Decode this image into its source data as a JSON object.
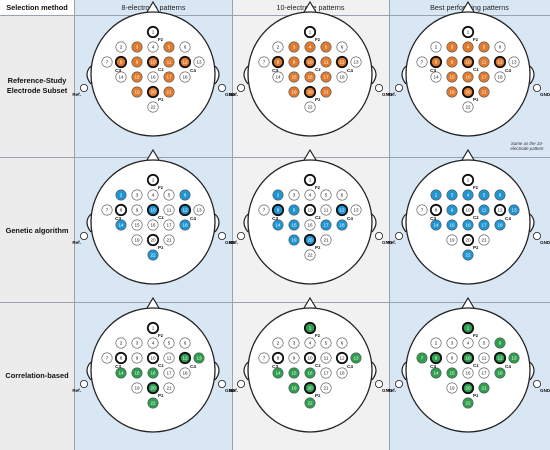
{
  "headers": {
    "method": "Selection method",
    "col1": "8-electrode patterns",
    "col2": "10-electrode patterns",
    "col3": "Best performing patterns"
  },
  "rows": [
    {
      "label": "Reference-Study Electrode Subset"
    },
    {
      "label": "Genetic algorithm"
    },
    {
      "label": "Correlation-based"
    }
  ],
  "note": "Same as the 10-electrode pattern",
  "labels": {
    "fz": "Fz",
    "cz": "Cz",
    "pz": "Pz",
    "c3": "C3",
    "c4": "C4",
    "ref": "Ref.",
    "gnd": "GND"
  },
  "colors": {
    "orange": "#e07b2e",
    "blue": "#1f95d4",
    "green": "#2e9e4e",
    "col_blue_bg": "#d9e6f4",
    "col_gray_bg": "#f1f1f1",
    "method_bg": "#ececec"
  },
  "electrodes": [
    "1",
    "2",
    "3",
    "4",
    "5",
    "6",
    "7",
    "8",
    "9",
    "10",
    "11",
    "12",
    "13",
    "14",
    "15",
    "16",
    "17",
    "18",
    "19",
    "20",
    "21",
    "22"
  ],
  "patterns": [
    {
      "color": "orange",
      "filled": [
        "3",
        "5",
        "8",
        "9",
        "10",
        "11",
        "12",
        "15",
        "17",
        "19",
        "20",
        "21"
      ],
      "thick": [
        "1",
        "8",
        "10",
        "12",
        "20"
      ]
    },
    {
      "color": "orange",
      "filled": [
        "3",
        "4",
        "5",
        "8",
        "9",
        "10",
        "11",
        "12",
        "15",
        "16",
        "17",
        "19",
        "20",
        "21"
      ],
      "thick": [
        "1",
        "8",
        "10",
        "12",
        "20"
      ]
    },
    {
      "color": "orange",
      "filled": [
        "3",
        "4",
        "5",
        "8",
        "9",
        "10",
        "11",
        "12",
        "15",
        "16",
        "17",
        "19",
        "20",
        "21"
      ],
      "thick": [
        "1",
        "8",
        "10",
        "12",
        "20"
      ]
    },
    {
      "color": "blue",
      "filled": [
        "2",
        "6",
        "10",
        "12",
        "14",
        "18",
        "22"
      ],
      "thick": [
        "1",
        "8",
        "10",
        "12",
        "20"
      ]
    },
    {
      "color": "blue",
      "filled": [
        "2",
        "8",
        "9",
        "12",
        "14",
        "15",
        "17",
        "18",
        "19",
        "20"
      ],
      "thick": [
        "1",
        "8",
        "10",
        "12",
        "20"
      ]
    },
    {
      "color": "blue",
      "filled": [
        "2",
        "3",
        "4",
        "5",
        "6",
        "9",
        "11",
        "13",
        "14",
        "15",
        "16",
        "17",
        "18",
        "22"
      ],
      "thick": [
        "1",
        "8",
        "10",
        "12",
        "20"
      ]
    },
    {
      "color": "green",
      "filled": [
        "12",
        "13",
        "14",
        "15",
        "16",
        "20",
        "22"
      ],
      "thick": [
        "1",
        "8",
        "10",
        "12",
        "20"
      ]
    },
    {
      "color": "green",
      "filled": [
        "1",
        "13",
        "14",
        "15",
        "16",
        "19",
        "20",
        "22"
      ],
      "thick": [
        "1",
        "8",
        "10",
        "12",
        "20"
      ]
    },
    {
      "color": "green",
      "filled": [
        "1",
        "6",
        "7",
        "8",
        "10",
        "12",
        "13",
        "14",
        "15",
        "18",
        "20",
        "21",
        "22"
      ],
      "thick": [
        "1",
        "8",
        "10",
        "12",
        "20"
      ]
    }
  ]
}
